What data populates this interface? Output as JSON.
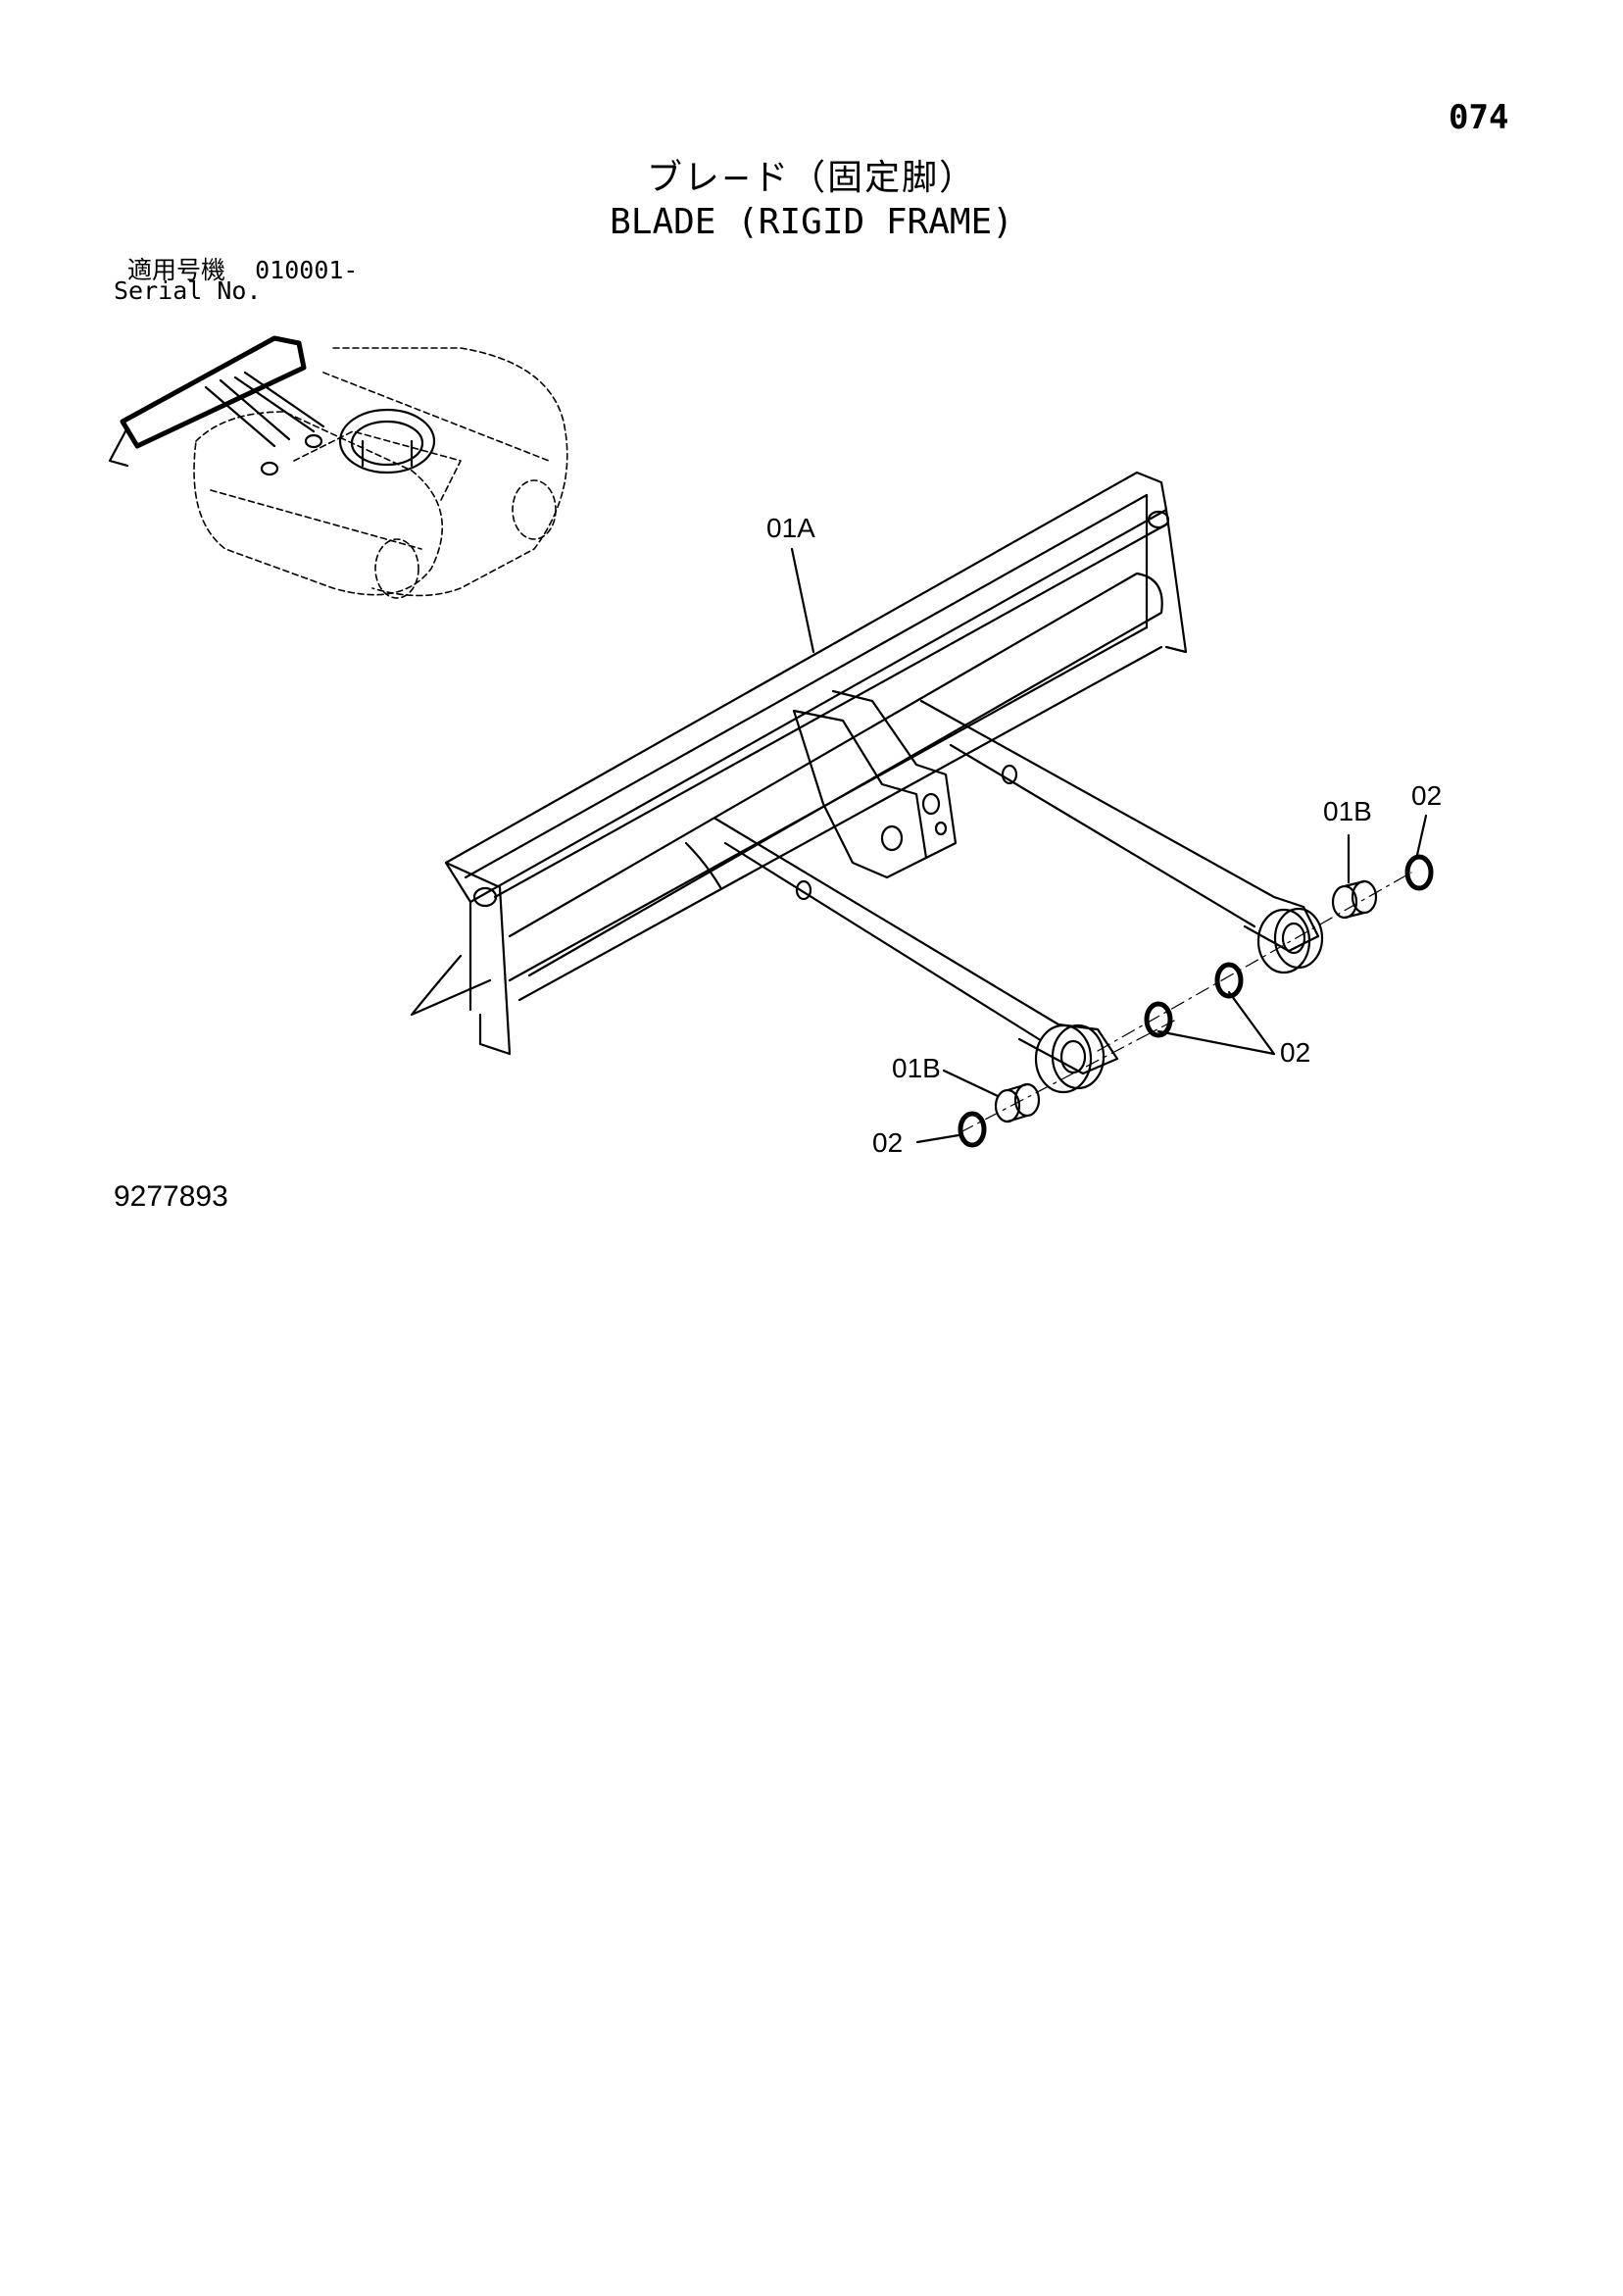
{
  "page_number": "074",
  "title": {
    "japanese": "ブレ−ド（固定脚）",
    "english": "BLADE (RIGID FRAME)"
  },
  "serial": {
    "label_jp": "適用号機",
    "value": "010001-",
    "label_en": "Serial No."
  },
  "callouts": {
    "c1": "01A",
    "c2": "01B",
    "c3": "02",
    "c4": "02",
    "c5": "01B",
    "c6": "02"
  },
  "drawing_number": "9277893"
}
